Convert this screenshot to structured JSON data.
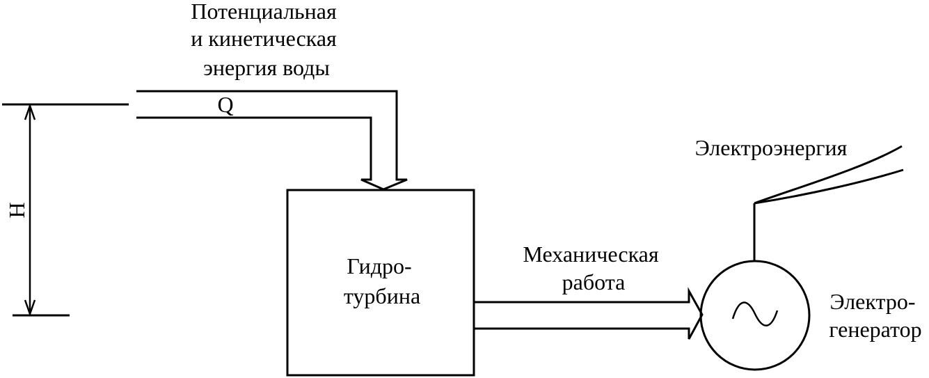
{
  "labels": {
    "water_energy": [
      "Потенциальная",
      "и кинетическая",
      "энергия воды"
    ],
    "flow": "Q",
    "head": "H",
    "turbine": [
      "Гидро-",
      "турбина"
    ],
    "mechanical_work": [
      "Механическая",
      "работа"
    ],
    "electric_energy": "Электроэнергия",
    "generator": [
      "Электро-",
      "генератор"
    ]
  },
  "colors": {
    "line": "#000000",
    "background": "#ffffff"
  },
  "icons": {
    "generator_symbol": "sine-wave-icon"
  }
}
